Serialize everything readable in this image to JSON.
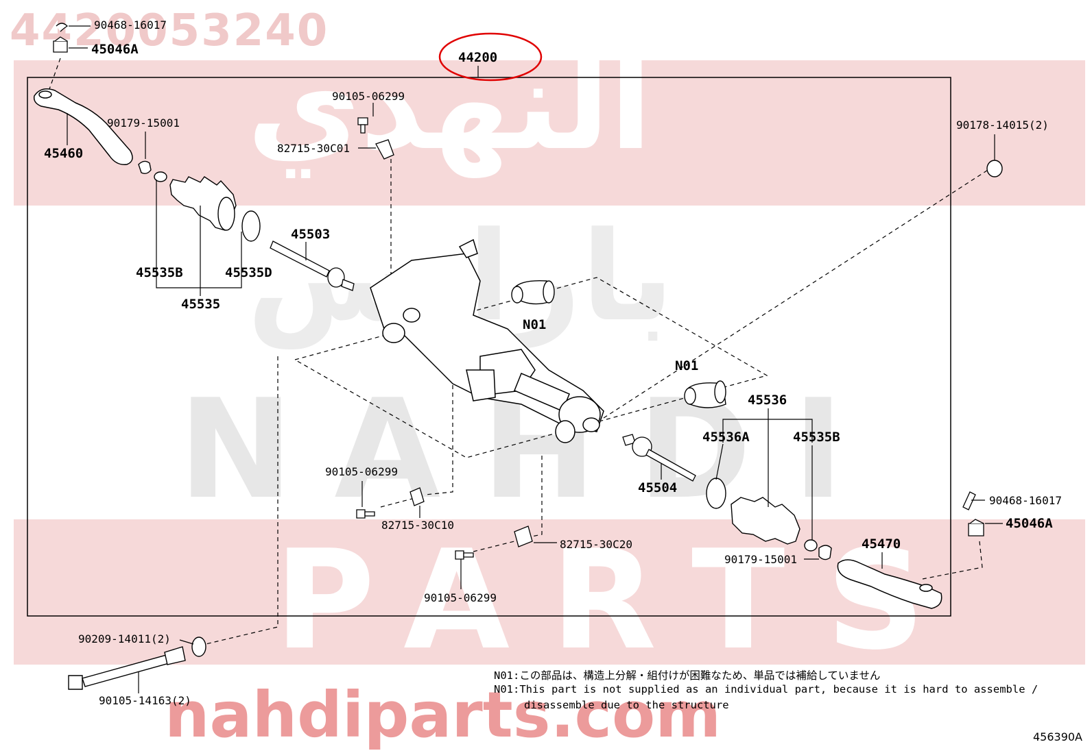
{
  "watermark": {
    "part_number": "4420053240",
    "arabic_brand": "النهدي",
    "arabic_sub": "باراتس",
    "brand_latin": "NAHDI",
    "brand_parts": "PARTS",
    "url": "nahdiparts.com"
  },
  "colors": {
    "watermark_band": "#f6d9d9",
    "highlight_circle": "#e00000",
    "line": "#000000"
  },
  "labels": {
    "assembly": "44200",
    "clip_tl": "90468-16017",
    "nut_tl": "45046A",
    "tie_rod_end_l": "45460",
    "ring_l": "90179-15001",
    "bolt_top": "90105-06299",
    "bracket_top": "82715-30C01",
    "rack_end_l": "45503",
    "clamp_l": "45535B",
    "clamp_l2": "45535D",
    "boot_kit_l": "45535",
    "bushing_1": "N01",
    "bushing_2": "N01",
    "nut_tr": "90178-14015(2)",
    "boot_kit_r": "45536",
    "clamp_r": "45536A",
    "clamp_r2": "45535B",
    "bolt_mid": "90105-06299",
    "bracket_mid": "82715-30C10",
    "rack_end_r": "45504",
    "clip_br": "90468-16017",
    "nut_br": "45046A",
    "bracket_low": "82715-30C20",
    "tie_rod_end_r": "45470",
    "ring_r": "90179-15001",
    "bolt_low": "90105-06299",
    "washer": "90209-14011(2)",
    "long_bolt": "90105-14163(2)"
  },
  "notes": {
    "line1": "N01:この部品は、構造上分解・組付けが困難なため、単品では補給していません",
    "line2": "N01:This part is not supplied as an individual part, because it is hard to assemble /",
    "line3": "disassemble due to the structure"
  },
  "diagram_code": "456390A"
}
